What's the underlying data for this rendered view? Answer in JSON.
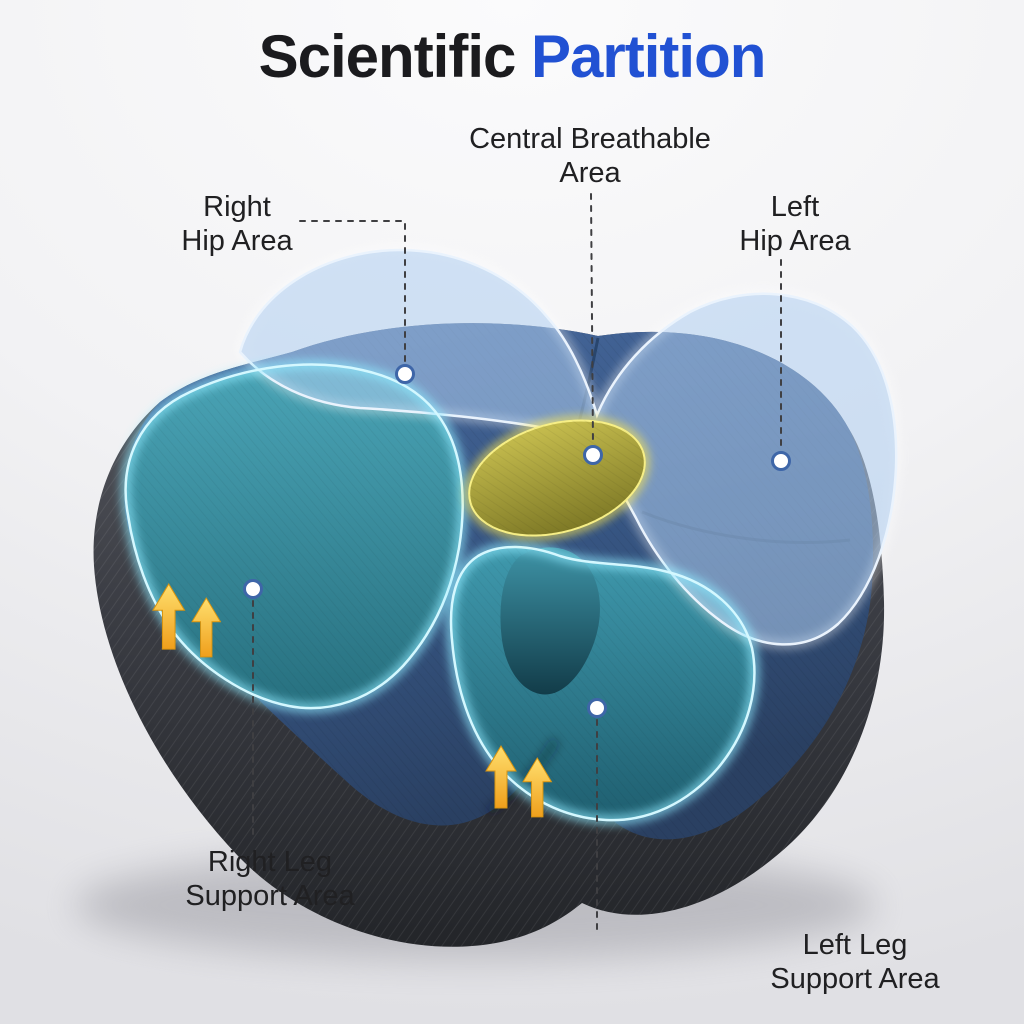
{
  "title": {
    "word1": "Scientific",
    "word2": "Partition"
  },
  "labels": {
    "central_breathable": {
      "line1": "Central Breathable",
      "line2": "Area"
    },
    "right_hip": {
      "line1": "Right",
      "line2": "Hip Area"
    },
    "left_hip": {
      "line1": "Left",
      "line2": "Hip Area"
    },
    "right_leg_support": {
      "line1": "Right Leg",
      "line2": "Support Area"
    },
    "left_leg_support": {
      "line1": "Left Leg",
      "line2": "Support Area"
    }
  },
  "colors": {
    "accent": "#2151d3",
    "text": "#1b1b1e",
    "label-text": "#202022",
    "leader-line": "#3f3f42",
    "glow-cyan": "#8feaff",
    "highlight-blue": "#aecdf0",
    "zone-teal": "#3a93a8",
    "zone-navy": "#3c5d90",
    "breathable-yellow": "#b4ac3e",
    "arrow-yellow": "#f5ae22",
    "cushion-gray": "#33353b"
  }
}
